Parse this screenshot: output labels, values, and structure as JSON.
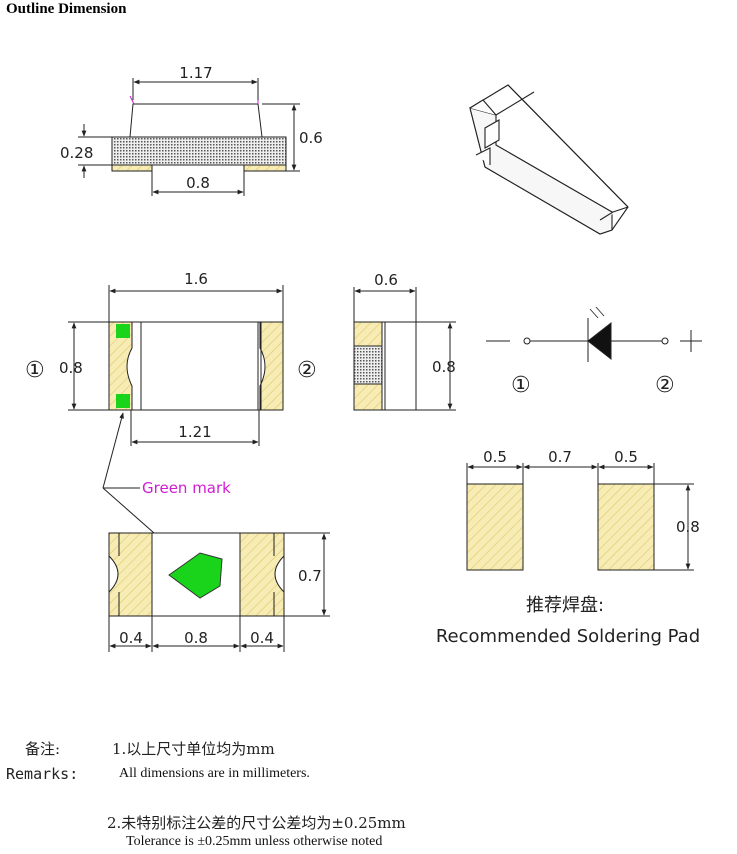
{
  "page": {
    "title": "Outline Dimension"
  },
  "dimensions": {
    "top_width": "1.17",
    "top_height_total": "0.6",
    "top_base_height": "0.28",
    "top_bottom_gap": "0.8",
    "front_length": "1.6",
    "front_height": "0.8",
    "front_inner": "1.21",
    "side_width": "0.6",
    "side_height": "0.8",
    "bottom_height": "0.7",
    "bottom_pad_left": "0.4",
    "bottom_center": "0.8",
    "bottom_pad_right": "0.4",
    "pad_width_left": "0.5",
    "pad_gap": "0.7",
    "pad_width_right": "0.5",
    "pad_height": "0.8"
  },
  "labels": {
    "pin_1": "①",
    "pin_2": "②",
    "green_mark": "Green mark",
    "plus": "+",
    "pad_title_cn": "推荐焊盘:",
    "pad_title_en": "Recommended Soldering Pad"
  },
  "remarks": {
    "cn_prefix": "备注:",
    "en_prefix": "Remarks:",
    "item1_cn": "1.以上尺寸单位均为mm",
    "item1_en": "All dimensions are in millimeters.",
    "item2_cn": "2.未特别标注公差的尺寸公差均为±0.25mm",
    "item2_en": "Tolerance is  ±0.25mm unless otherwise noted"
  },
  "colors": {
    "pad_fill": "#f3e7a6",
    "green_mark": "#19d41a",
    "magenta_text": "#d11dd1",
    "line": "#222222"
  }
}
